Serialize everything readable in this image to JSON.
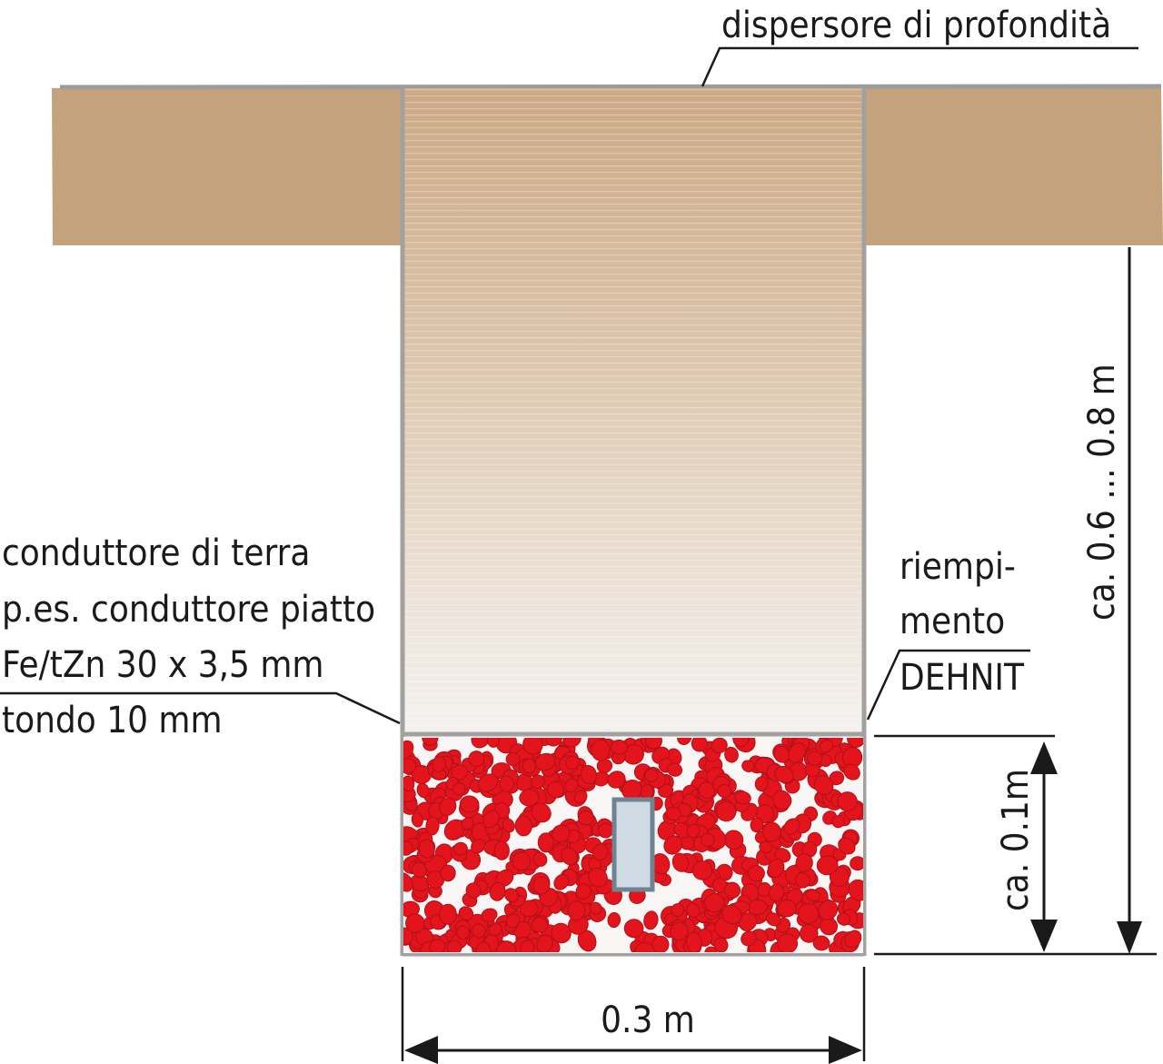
{
  "diagram": {
    "type": "cross-section",
    "subject": "deep earth electrode trench with DEHNIT backfill",
    "colors": {
      "soil": "#C4A27C",
      "soil_edge": "#9E9C9A",
      "trench_top": "#CFAE8B",
      "trench_bottom": "#F3F1EE",
      "trench_border": "#A3A19F",
      "granule_red": "#E3141B",
      "granule_dark": "#B0101A",
      "fill_background": "#F7F6F5",
      "conductor_fill": "#CFDAE2",
      "conductor_border": "#6F8493",
      "line": "#1a1a1a"
    }
  },
  "labels": {
    "top": "dispersore di profondità",
    "conductor": {
      "line1": "conduttore di terra",
      "line2": "p.es. conduttore piatto",
      "line3": "Fe/tZn 30 x 3,5 mm",
      "line4": "tondo 10 mm"
    },
    "fill": {
      "line1": "riempi-",
      "line2": "mento",
      "line3": "DEHNIT"
    }
  },
  "dimensions": {
    "depth_total": "ca. 0.6 ... 0.8 m",
    "fill_height": "ca. 0.1m",
    "width": "0.3 m"
  }
}
